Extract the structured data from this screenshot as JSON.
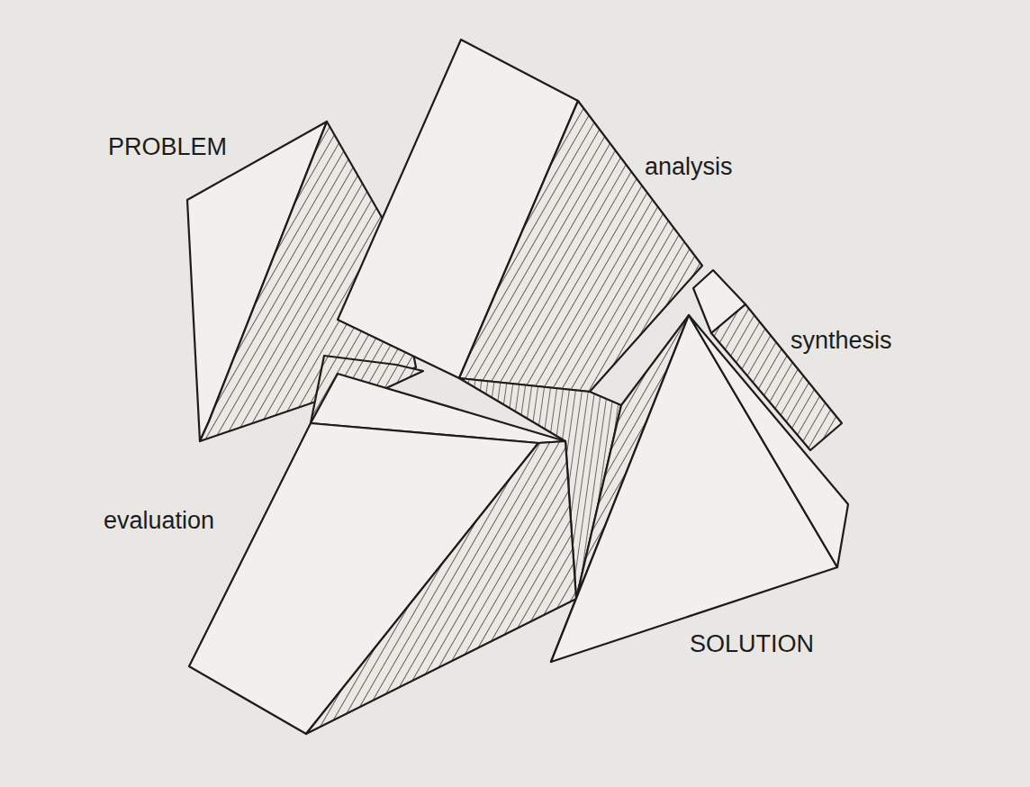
{
  "diagram": {
    "labels": [
      "PROBLEM",
      "analysis",
      "synthesis",
      "evaluation",
      "SOLUTION"
    ]
  }
}
